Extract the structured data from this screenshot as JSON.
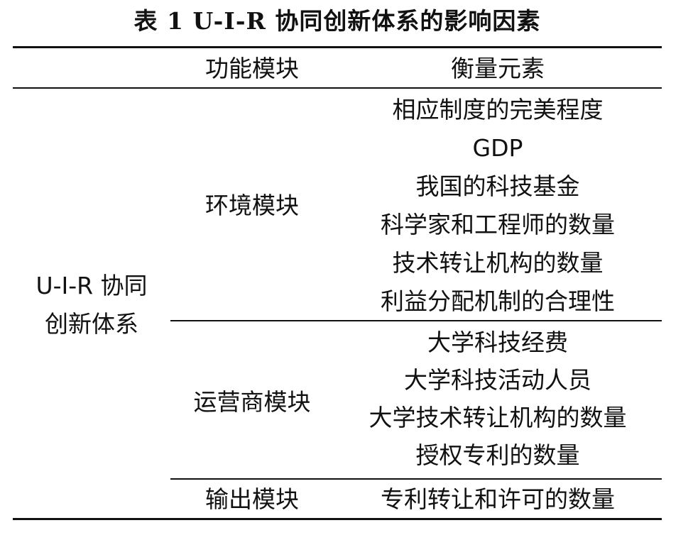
{
  "table": {
    "title": "表 1 U-I-R 协同创新体系的影响因素",
    "headers": {
      "system": "",
      "module": "功能模块",
      "elements": "衡量元素"
    },
    "system_label_lines": [
      "U-I-R 协同",
      "创新体系"
    ],
    "groups": [
      {
        "module": "环境模块",
        "elements": [
          "相应制度的完美程度",
          "GDP",
          "我国的科技基金",
          "科学家和工程师的数量",
          "技术转让机构的数量",
          "利益分配机制的合理性"
        ]
      },
      {
        "module": "运营商模块",
        "elements": [
          "大学科技经费",
          "大学科技活动人员",
          "大学技术转让机构的数量",
          "授权专利的数量"
        ]
      },
      {
        "module": "输出模块",
        "elements": [
          "专利转让和许可的数量"
        ]
      }
    ]
  }
}
